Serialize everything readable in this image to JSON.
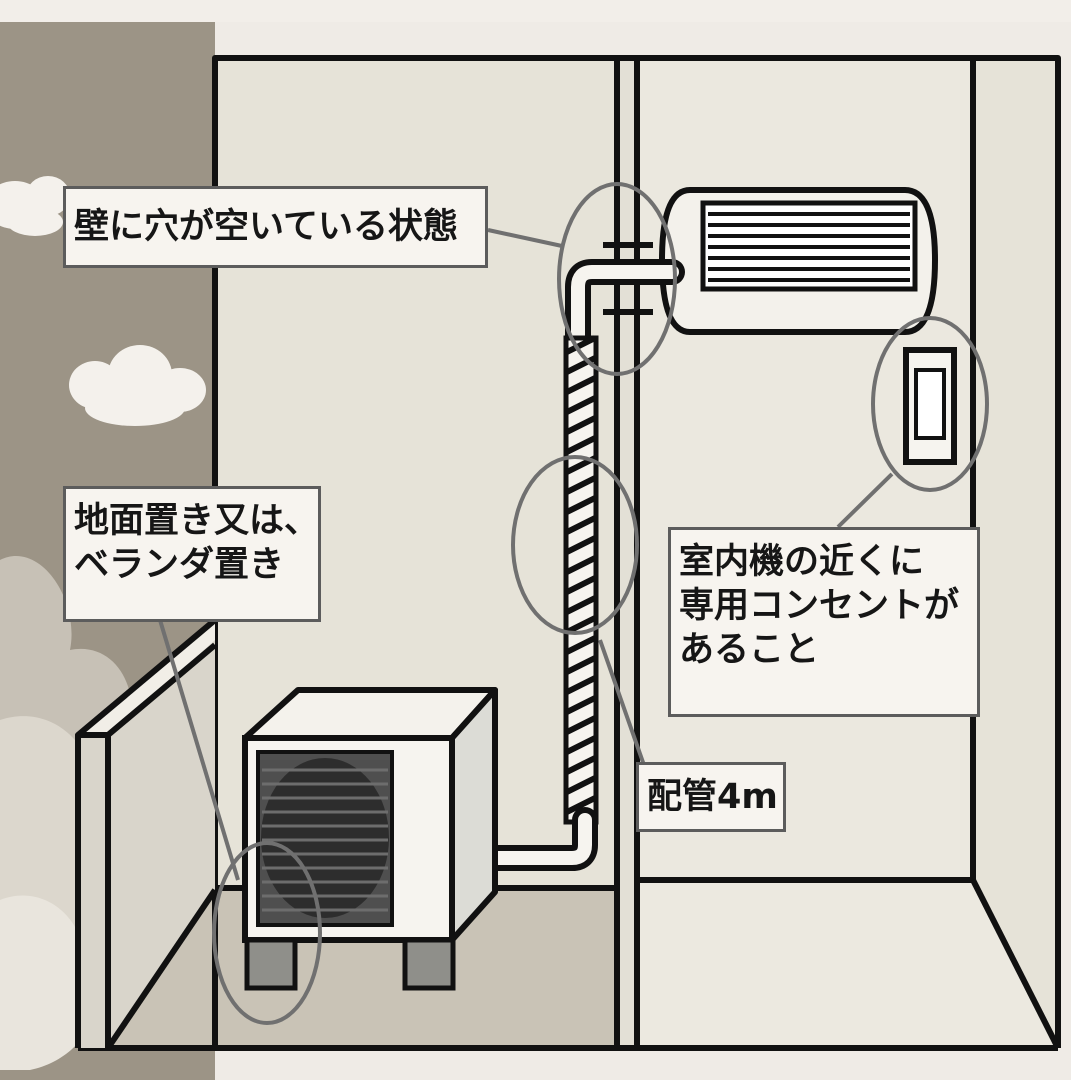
{
  "callouts": {
    "wall_hole": {
      "lines": [
        "壁に穴が空いている状態"
      ]
    },
    "placement": {
      "lines": [
        "地面置き又は、",
        "ベランダ置き"
      ]
    },
    "outlet": {
      "lines": [
        "室内機の近くに",
        "専用コンセントが",
        "あること"
      ]
    },
    "piping": {
      "lines": [
        "配管4m"
      ]
    }
  },
  "icons": [
    "outdoor-unit-icon",
    "indoor-unit-icon",
    "power-outlet-icon",
    "pipe-icon",
    "cloud-icon"
  ],
  "colors": {
    "background": "#efebe6",
    "wall": "#e6e3d8",
    "floor": "#c9c3b6",
    "dark_smoke": "#8d8577",
    "outline": "#111111",
    "highlight_circle": "#707070",
    "callout_fill": "#f7f4ef"
  }
}
